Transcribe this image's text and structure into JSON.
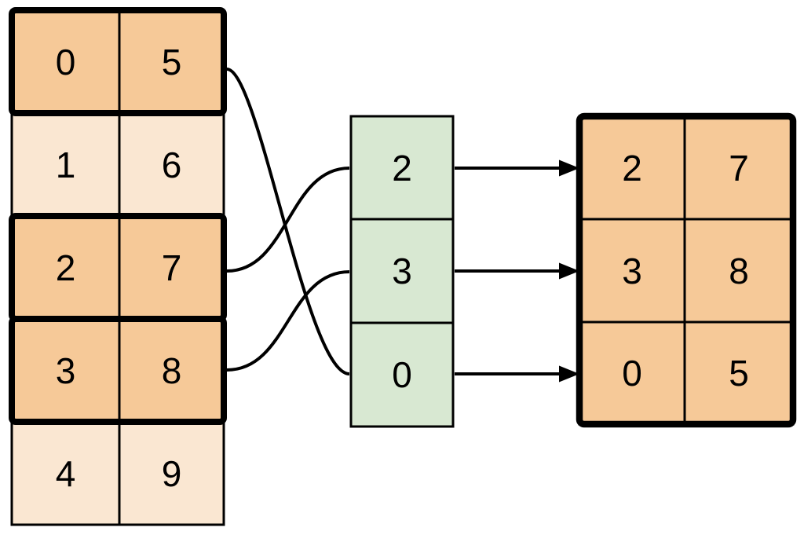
{
  "diagram": {
    "source_table": {
      "rows": [
        {
          "cells": [
            "0",
            "5"
          ],
          "highlighted": true
        },
        {
          "cells": [
            "1",
            "6"
          ],
          "highlighted": false
        },
        {
          "cells": [
            "2",
            "7"
          ],
          "highlighted": true
        },
        {
          "cells": [
            "3",
            "8"
          ],
          "highlighted": true
        },
        {
          "cells": [
            "4",
            "9"
          ],
          "highlighted": false
        }
      ]
    },
    "index_column": {
      "cells": [
        "2",
        "3",
        "0"
      ]
    },
    "result_table": {
      "rows": [
        {
          "cells": [
            "2",
            "7"
          ]
        },
        {
          "cells": [
            "3",
            "8"
          ]
        },
        {
          "cells": [
            "0",
            "5"
          ]
        }
      ]
    },
    "colors": {
      "highlight_fill": "#F6C998",
      "muted_fill": "#FAE7D2",
      "index_fill": "#D8E8D2",
      "stroke": "#000000",
      "background": "#FFFFFF"
    }
  }
}
